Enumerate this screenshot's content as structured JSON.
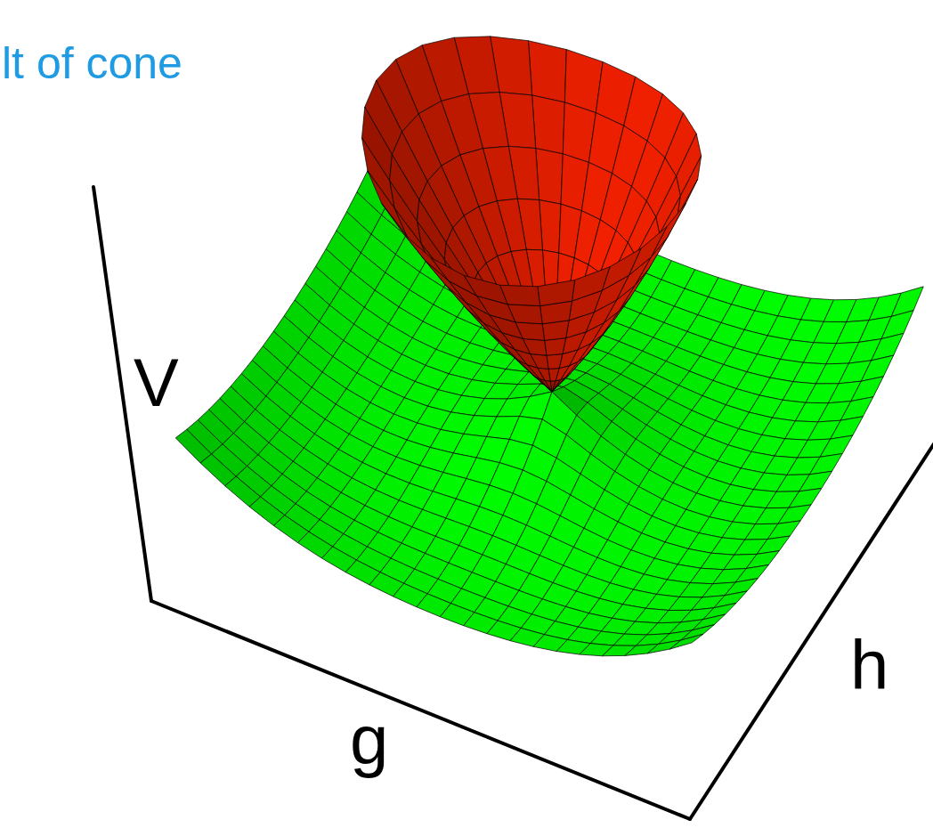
{
  "diagram": {
    "labels": [
      "lt of cone",
      "V",
      "g",
      "h"
    ]
  }
}
